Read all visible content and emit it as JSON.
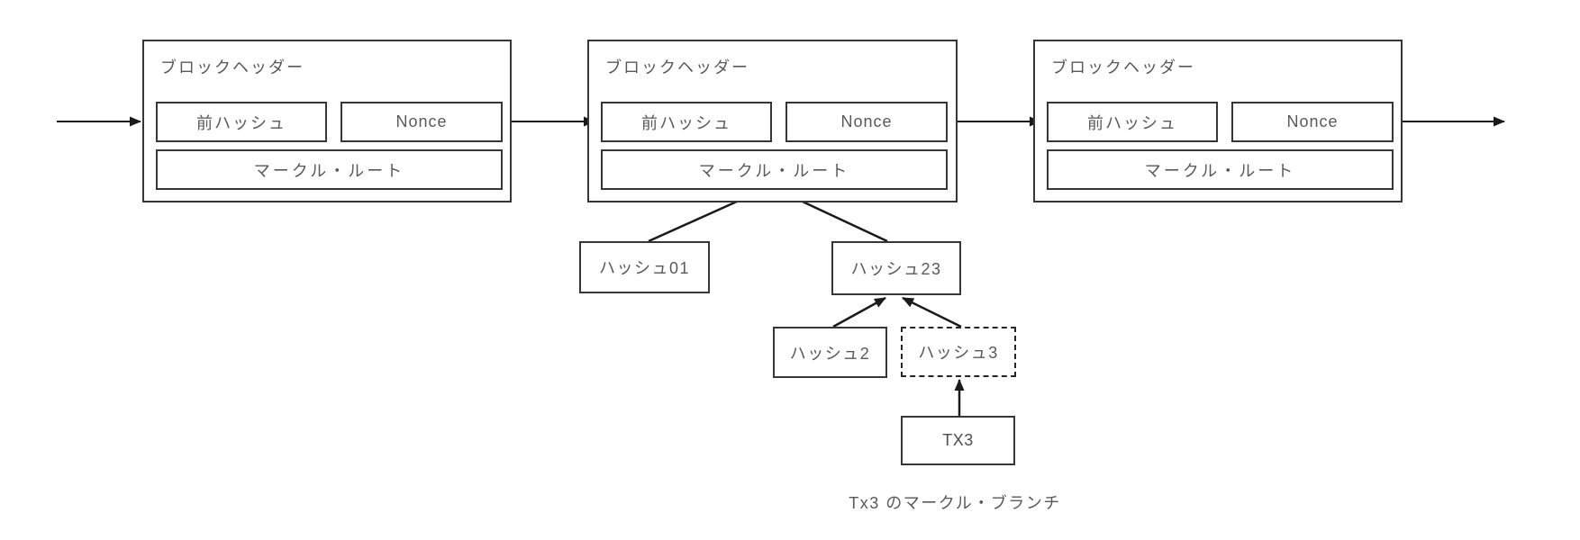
{
  "diagram": {
    "caption": "Tx3 のマークル・ブランチ"
  },
  "blocks": [
    {
      "title": "ブロックヘッダー",
      "prev_hash": "前ハッシュ",
      "nonce": "Nonce",
      "merkle_root": "マークル・ルート"
    },
    {
      "title": "ブロックヘッダー",
      "prev_hash": "前ハッシュ",
      "nonce": "Nonce",
      "merkle_root": "マークル・ルート"
    },
    {
      "title": "ブロックヘッダー",
      "prev_hash": "前ハッシュ",
      "nonce": "Nonce",
      "merkle_root": "マークル・ルート"
    }
  ],
  "merkle_tree": {
    "hash01": "ハッシュ01",
    "hash23": "ハッシュ23",
    "hash2": "ハッシュ2",
    "hash3": "ハッシュ3",
    "tx3": "TX3"
  },
  "colors": {
    "border": "#363636",
    "text": "#595959",
    "arrow": "#1a1a1a",
    "background": "#ffffff"
  }
}
